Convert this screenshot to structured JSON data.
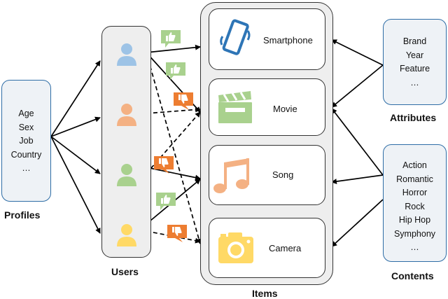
{
  "profiles": {
    "label": "Profiles",
    "entries": [
      "Age",
      "Sex",
      "Job",
      "Country",
      "…"
    ]
  },
  "users": {
    "label": "Users",
    "avatar_colors": [
      "#9dc3e6",
      "#f4b183",
      "#a9d18e",
      "#ffd966"
    ]
  },
  "items": {
    "label": "Items",
    "list": [
      {
        "name": "Smartphone",
        "icon": "smartphone-icon",
        "color": "#2e75b6"
      },
      {
        "name": "Movie",
        "icon": "clapperboard-icon",
        "color": "#a9d18e"
      },
      {
        "name": "Song",
        "icon": "music-note-icon",
        "color": "#f4b183"
      },
      {
        "name": "Camera",
        "icon": "camera-icon",
        "color": "#ffd966"
      }
    ]
  },
  "attributes": {
    "label": "Attributes",
    "entries": [
      "Brand",
      "Year",
      "Feature",
      "…"
    ]
  },
  "contents": {
    "label": "Contents",
    "entries": [
      "Action",
      "Romantic",
      "Horror",
      "Rock",
      "Hip Hop",
      "Symphony",
      "…"
    ]
  },
  "feedback": {
    "like_color": "#a9d18e",
    "dislike_color": "#ed7d31"
  }
}
